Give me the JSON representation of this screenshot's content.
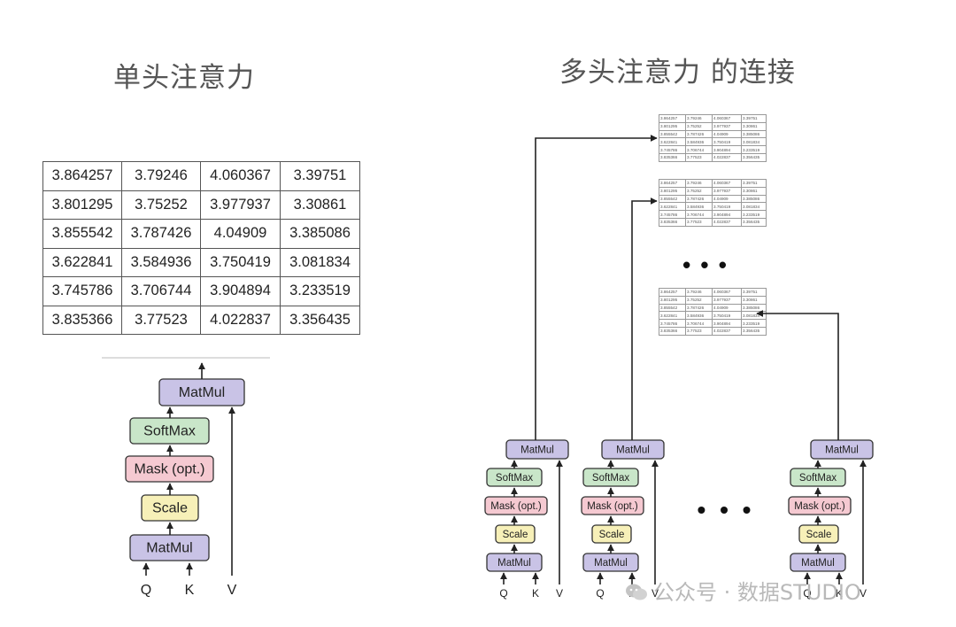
{
  "titles": {
    "left": "单头注意力",
    "right": "多头注意力 的连接"
  },
  "matrix": [
    [
      "3.864257",
      "3.79246",
      "4.060367",
      "3.39751"
    ],
    [
      "3.801295",
      "3.75252",
      "3.977937",
      "3.30861"
    ],
    [
      "3.855542",
      "3.787426",
      "4.04909",
      "3.385086"
    ],
    [
      "3.622841",
      "3.584936",
      "3.750419",
      "3.081834"
    ],
    [
      "3.745786",
      "3.706744",
      "3.904894",
      "3.233519"
    ],
    [
      "3.835366",
      "3.77523",
      "4.022837",
      "3.356435"
    ]
  ],
  "blocks": {
    "matmul": "MatMul",
    "softmax": "SoftMax",
    "mask": "Mask (opt.)",
    "scale": "Scale"
  },
  "inputs": [
    "Q",
    "K",
    "V"
  ],
  "ellipsis": "• • •",
  "watermark": "公众号 · 数据STUDIO",
  "colors": {
    "matmul": "#c9c3e6",
    "softmax": "#c9e6c9",
    "mask": "#f5c9d1",
    "scale": "#f7f0b8",
    "title": "#555555",
    "watermark": "#b9b9b9"
  }
}
